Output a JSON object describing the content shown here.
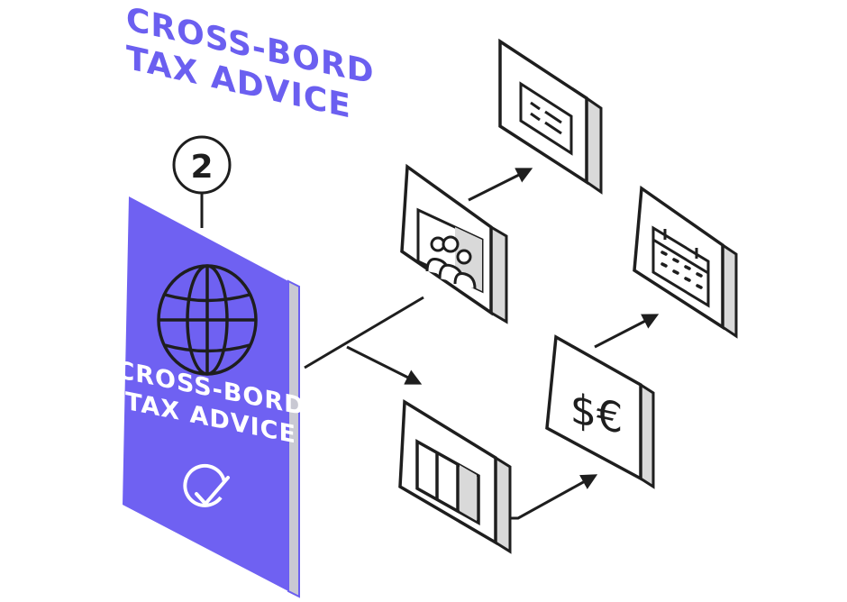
{
  "heading": {
    "line1": "CROSS-BORD",
    "line2": "TAX ADVICE"
  },
  "step": {
    "number": "2"
  },
  "card": {
    "line1": "CROSS-BORD",
    "line2": "TAX ADVICE",
    "icon": "globe-icon",
    "check_icon": "check-circle-icon"
  },
  "tiles": [
    {
      "icon": "team-icon"
    },
    {
      "icon": "document-form-icon"
    },
    {
      "icon": "columns-icon"
    },
    {
      "icon": "currency-dollar-euro-icon",
      "text": "$€"
    },
    {
      "icon": "calendar-icon"
    }
  ],
  "colors": {
    "accent": "#6b5ff0",
    "card": "#6f61f2",
    "card_side": "#c9c9d3",
    "stroke": "#1e1e1e",
    "tile_side": "#d9d9d9"
  }
}
